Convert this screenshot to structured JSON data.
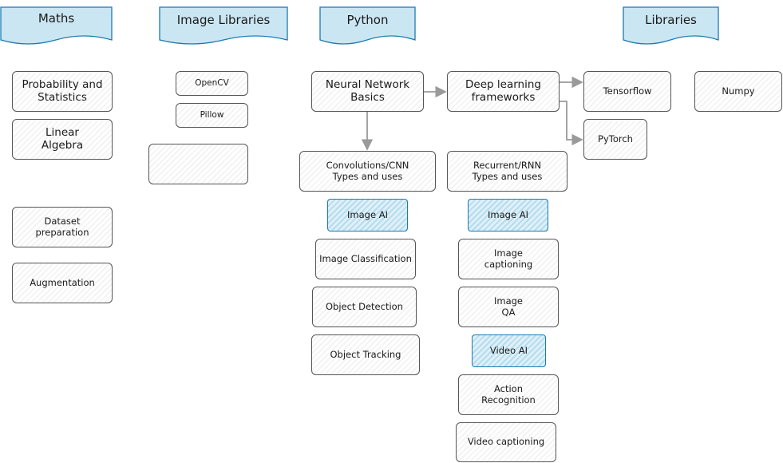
{
  "headers": {
    "maths": "Maths",
    "image_libraries": "Image Libraries",
    "python": "Python",
    "libraries": "Libraries"
  },
  "maths": {
    "probability": "Probability and Statistics",
    "linear_algebra": "Linear Algebra",
    "dataset_preparation": "Dataset preparation",
    "augmentation": "Augmentation"
  },
  "image_libraries": {
    "opencv": "OpenCV",
    "pillow": "Pillow",
    "empty": ""
  },
  "python": {
    "nn_basics": "Neural Network Basics",
    "dl_frameworks": "Deep learning frameworks",
    "cnn": "Convolutions/CNN Types and uses",
    "rnn": "Recurrent/RNN Types and uses"
  },
  "cnn_branch": {
    "image_ai": "Image AI",
    "image_classification": "Image Classification",
    "object_detection": "Object Detection",
    "object_tracking": "Object Tracking"
  },
  "rnn_branch": {
    "image_ai": "Image AI",
    "image_captioning": "Image captioning",
    "image_qa": "Image QA",
    "video_ai": "Video AI",
    "action_recognition": "Action Recognition",
    "video_captioning": "Video captioning"
  },
  "libraries": {
    "tensorflow": "Tensorflow",
    "pytorch": "PyTorch",
    "numpy": "Numpy"
  },
  "colors": {
    "highlight_fill": "#b5dcef",
    "highlight_border": "#1b7ab0",
    "box_border": "#555555",
    "arrow": "#9a9a9a"
  }
}
